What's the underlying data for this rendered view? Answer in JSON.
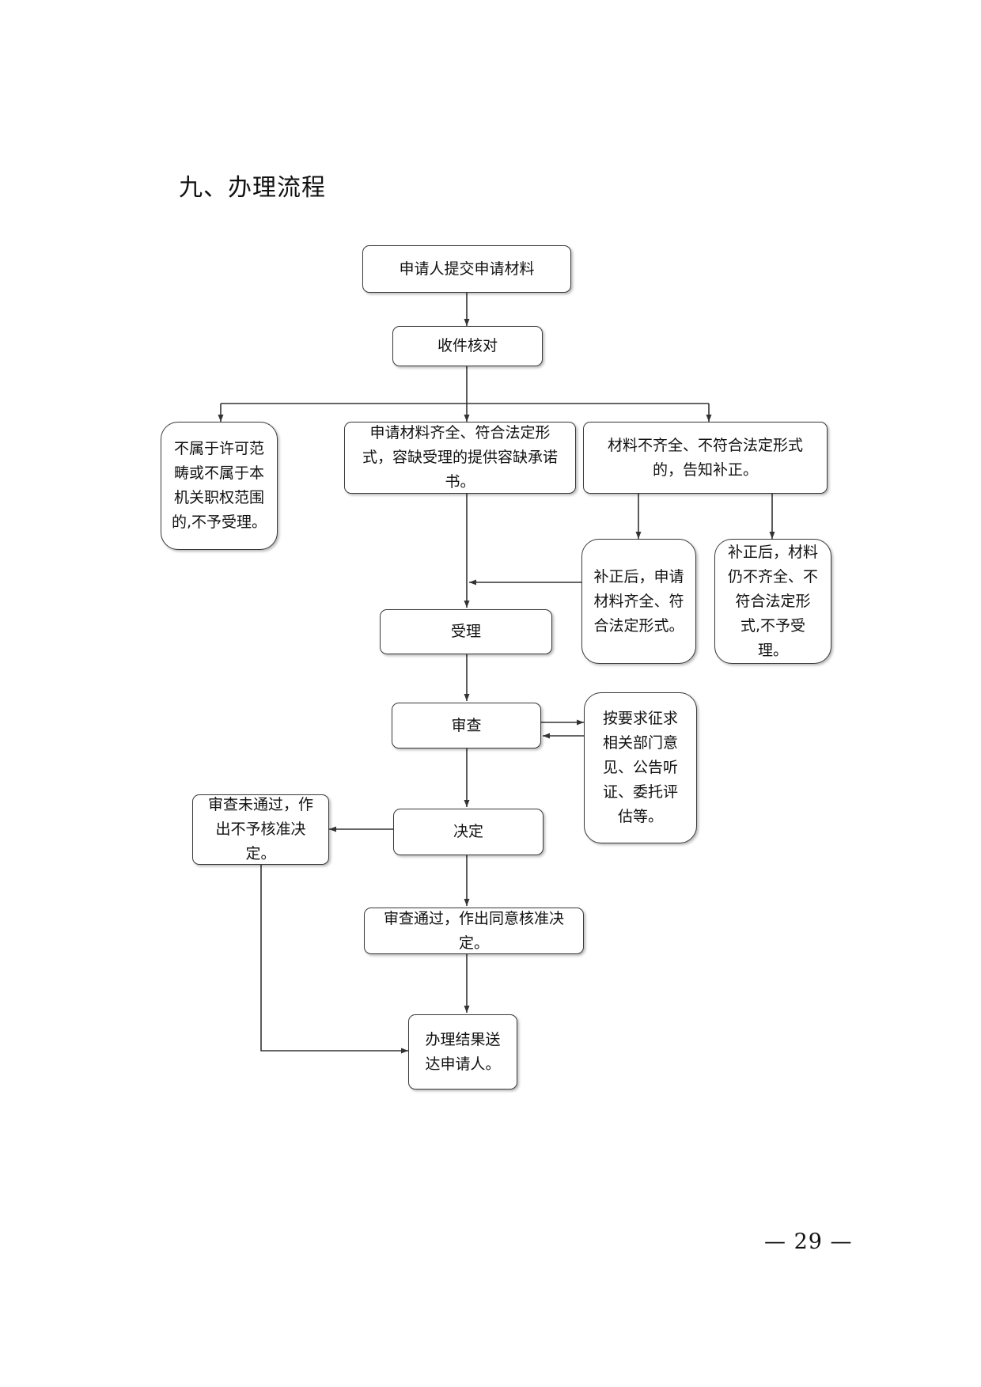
{
  "section_title": "九、办理流程",
  "nodes": {
    "submit": "申请人提交申请材料",
    "verify": "收件核对",
    "out_of_scope": "不属于许可范畴或不属于本机关职权范围的,不予受理。",
    "complete": "申请材料齐全、符合法定形式，容缺受理的提供容缺承诺书。",
    "incomplete": "材料不齐全、不符合法定形式的，告知补正。",
    "corrected_ok": "补正后，申请材料齐全、符合法定形式。",
    "corrected_fail": "补正后，材料仍不齐全、不符合法定形式,不予受理。",
    "accept": "受理",
    "review": "审查",
    "consult": "按要求征求相关部门意见、公告听证、委托评估等。",
    "decide": "决定",
    "reject": "审查未通过，作出不予核准决定。",
    "approve": "审查通过，作出同意核准决定。",
    "deliver": "办理结果送达申请人。"
  },
  "page_number": "— 29 —"
}
